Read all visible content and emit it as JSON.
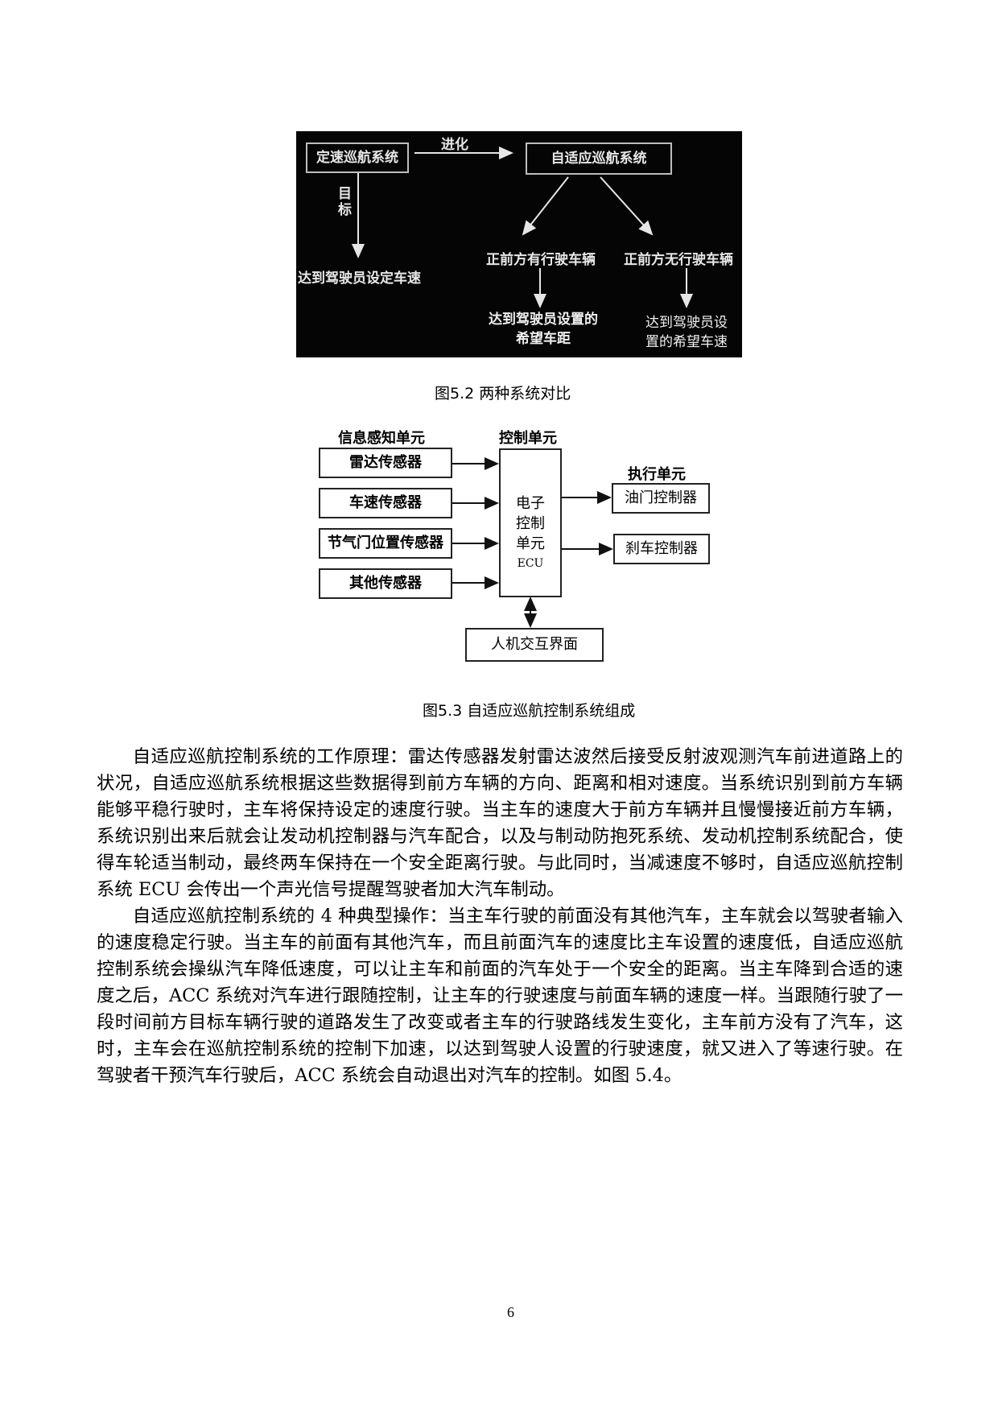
{
  "figure_5_2": {
    "box_left": "定速巡航系统",
    "arrow_label": "进化",
    "box_right": "自适应巡航系统",
    "target_label": "目标",
    "left_result": "达到驾驶员设定车速",
    "branch_1": "正前方有行驶车辆",
    "branch_1_result_line1": "达到驾驶员设置的",
    "branch_1_result_line2": "希望车距",
    "branch_2": "正前方无行驶车辆",
    "branch_2_result_line1": "达到驾驶员设",
    "branch_2_result_line2": "置的希望车速",
    "caption": "图5.2 两种系统对比"
  },
  "figure_5_3": {
    "sensing_unit_label": "信息感知单元",
    "control_unit_label": "控制单元",
    "execution_unit_label": "执行单元",
    "sensors": [
      "雷达传感器",
      "车速传感器",
      "节气门位置传感器",
      "其他传感器"
    ],
    "ecu_lines": [
      "电子",
      "控制",
      "单元",
      "ECU"
    ],
    "actuators": [
      "油门控制器",
      "刹车控制器"
    ],
    "hmi": "人机交互界面",
    "caption": "图5.3 自适应巡航控制系统组成"
  },
  "body": {
    "paragraphs": [
      "自适应巡航控制系统的工作原理：雷达传感器发射雷达波然后接受反射波观测汽车前进道路上的状况，自适应巡航系统根据这些数据得到前方车辆的方向、距离和相对速度。当系统识别到前方车辆能够平稳行驶时，主车将保持设定的速度行驶。当主车的速度大于前方车辆并且慢慢接近前方车辆，系统识别出来后就会让发动机控制器与汽车配合，以及与制动防抱死系统、发动机控制系统配合，使得车轮适当制动，最终两车保持在一个安全距离行驶。与此同时，当减速度不够时，自适应巡航控制系统 ECU 会传出一个声光信号提醒驾驶者加大汽车制动。",
      "自适应巡航控制系统的 4 种典型操作：当主车行驶的前面没有其他汽车，主车就会以驾驶者输入的速度稳定行驶。当主车的前面有其他汽车，而且前面汽车的速度比主车设置的速度低，自适应巡航控制系统会操纵汽车降低速度，可以让主车和前面的汽车处于一个安全的距离。当主车降到合适的速度之后，ACC 系统对汽车进行跟随控制，让主车的行驶速度与前面车辆的速度一样。当跟随行驶了一段时间前方目标车辆行驶的道路发生了改变或者主车的行驶路线发生变化，主车前方没有了汽车，这时，主车会在巡航控制系统的控制下加速，以达到驾驶人设置的行驶速度，就又进入了等速行驶。在驾驶者干预汽车行驶后，ACC 系统会自动退出对汽车的控制。如图 5.4。"
    ]
  },
  "page_number": "6"
}
